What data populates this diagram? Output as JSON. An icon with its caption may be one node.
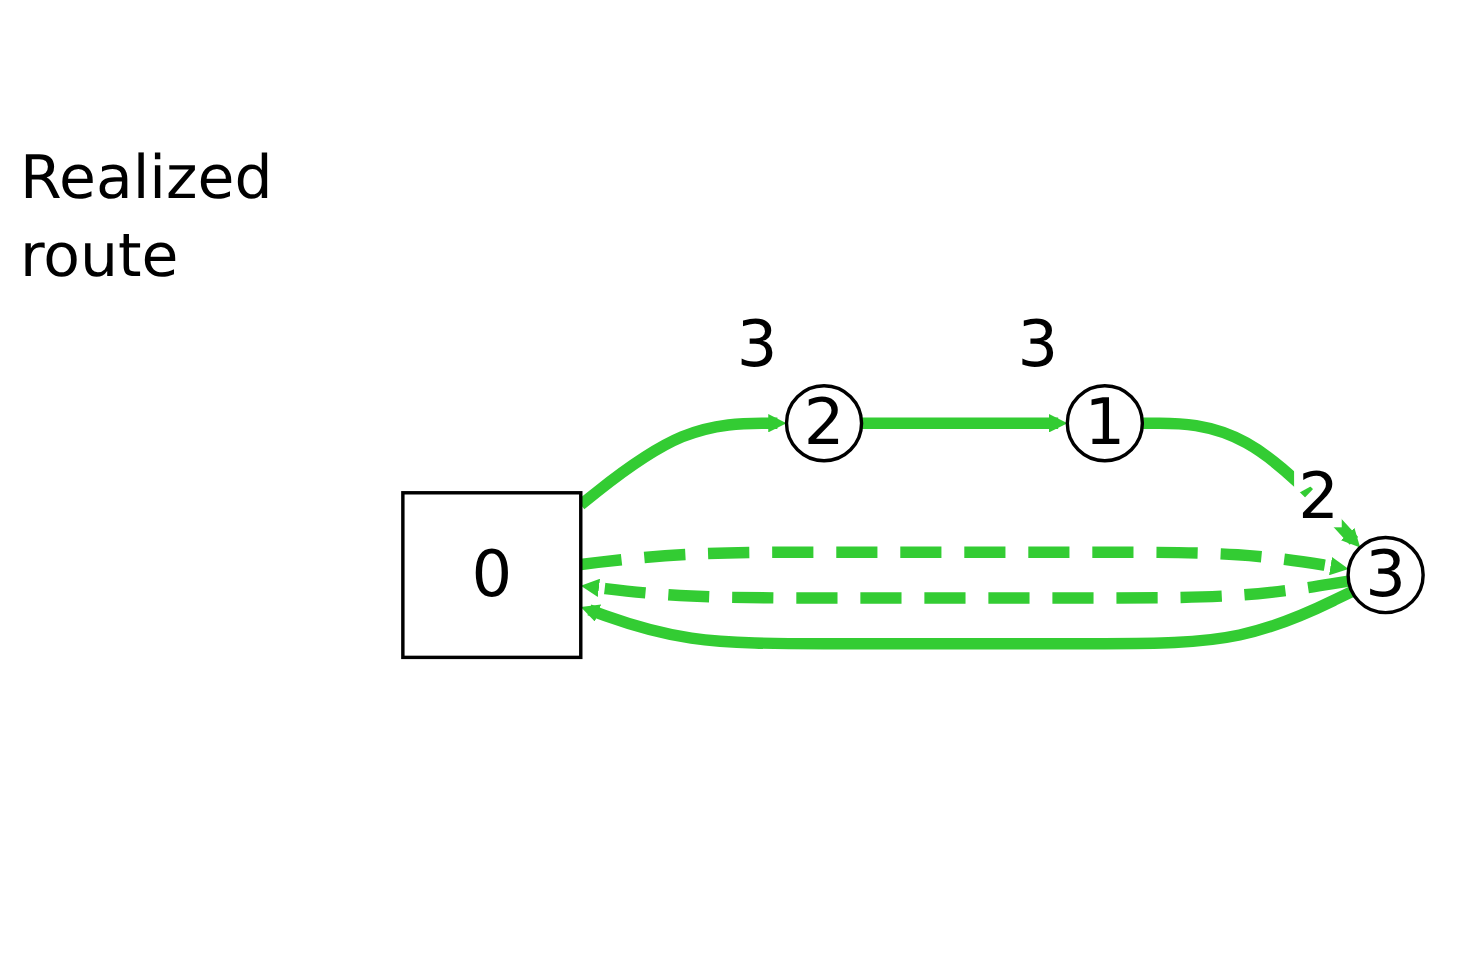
{
  "diagram": {
    "nodes": [
      {
        "text": [
          "0"
        ]
      },
      {
        "text": [
          "1"
        ],
        "beside": [
          "3"
        ]
      },
      {
        "text": [
          "2"
        ],
        "beside": [
          "3"
        ]
      },
      {
        "text": [
          "3"
        ],
        "beside": [
          "2"
        ]
      }
    ],
    "edges": [
      {
        "from": 0,
        "to": 2,
        "arrow": "to",
        "color": "#33cc33"
      },
      {
        "from": 2,
        "to": 1,
        "arrow": "to",
        "color": "#33cc33"
      },
      {
        "from": 1,
        "to": 3,
        "arrow": "to",
        "color": "#33cc33"
      },
      {
        "from": 3,
        "to": 0,
        "arrow": "to",
        "style": "dashed",
        "color": "#33cc33"
      },
      {
        "from": 0,
        "to": 3,
        "arrow": "to",
        "style": "dashed",
        "color": "#33cc33"
      },
      {
        "from": 3,
        "to": 0,
        "arrow": "to",
        "color": "#33cc33"
      }
    ],
    "labels": [
      "Realized route"
    ]
  }
}
